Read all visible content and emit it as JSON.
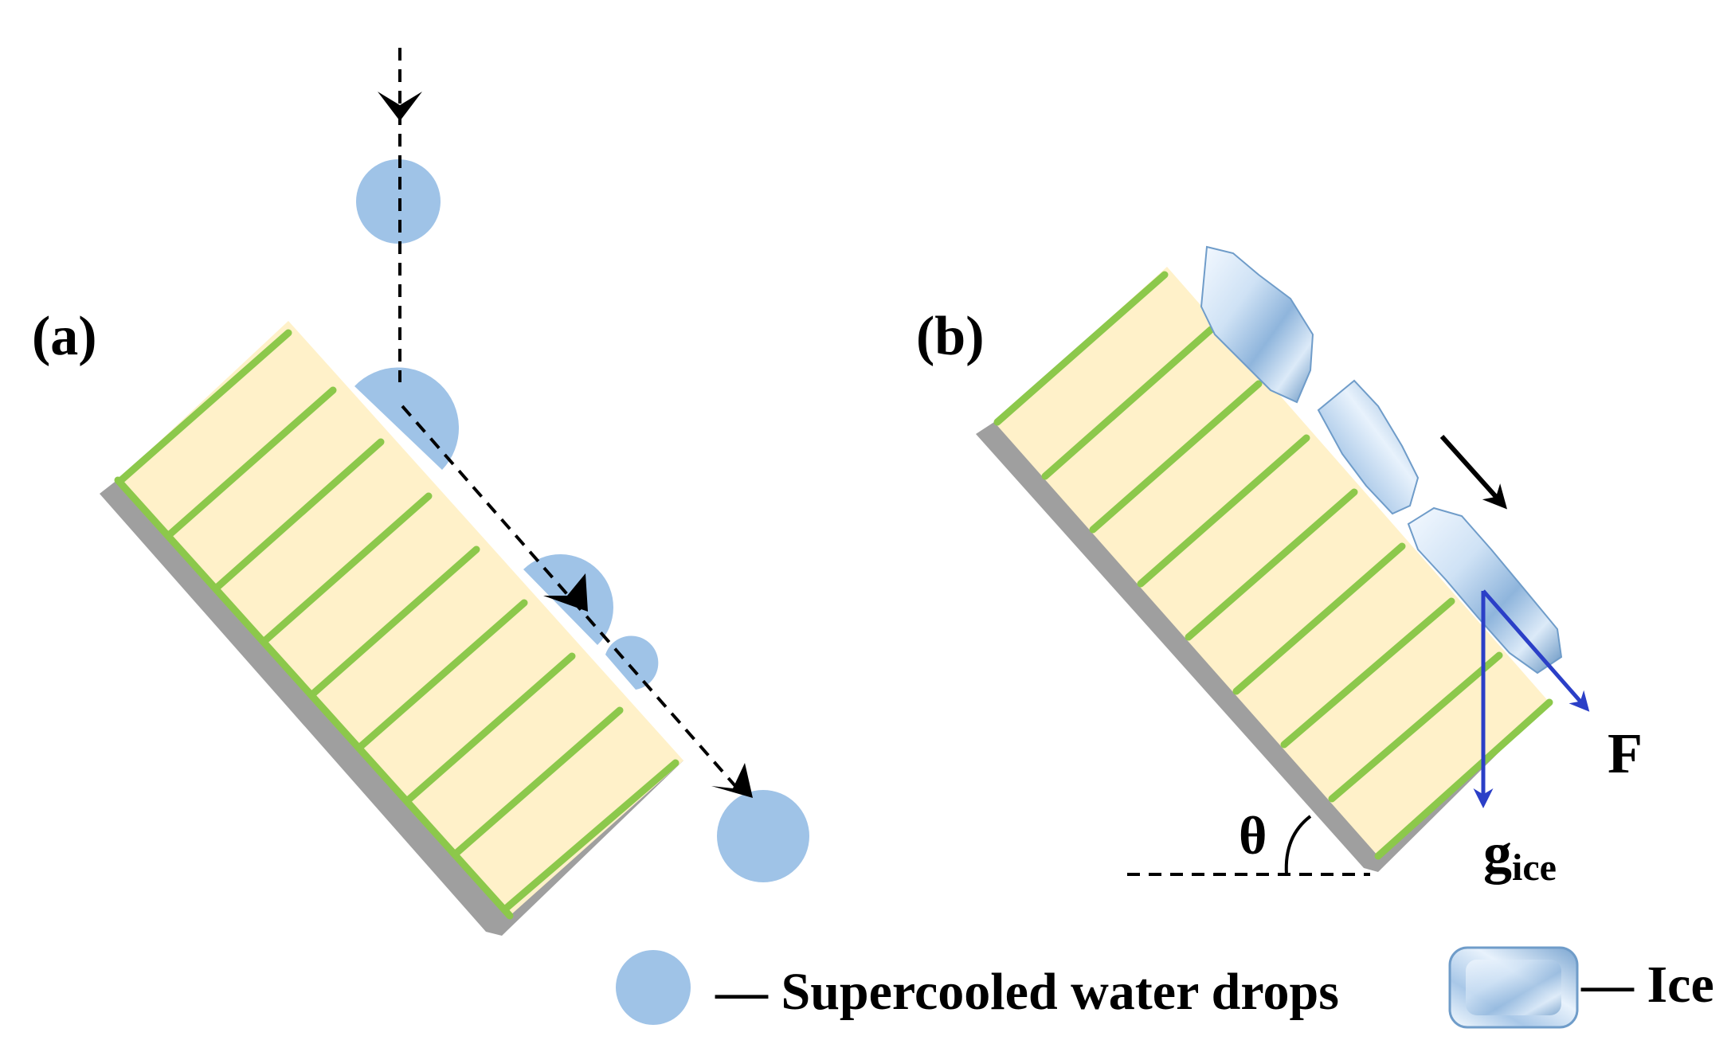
{
  "panels": {
    "a": {
      "label": "(a)"
    },
    "b": {
      "label": "(b)"
    }
  },
  "forces": {
    "f_label": "F",
    "g_label_base": "g",
    "g_label_sub": "ice",
    "angle_label": "θ"
  },
  "legend": {
    "water_label": "— Supercooled water drops",
    "ice_label": "— Ice"
  },
  "colors": {
    "water": "#9fc3e7",
    "plate": "#fff1c9",
    "stripe": "#8cc84b",
    "shadow": "#9f9f9f",
    "force_arrow": "#2b3fc7",
    "ice_light": "#e6f1fb",
    "ice_dark": "#5f8fbf"
  },
  "icons": [
    "water-drop-icon",
    "ice-block-icon",
    "arrowhead-icon"
  ]
}
